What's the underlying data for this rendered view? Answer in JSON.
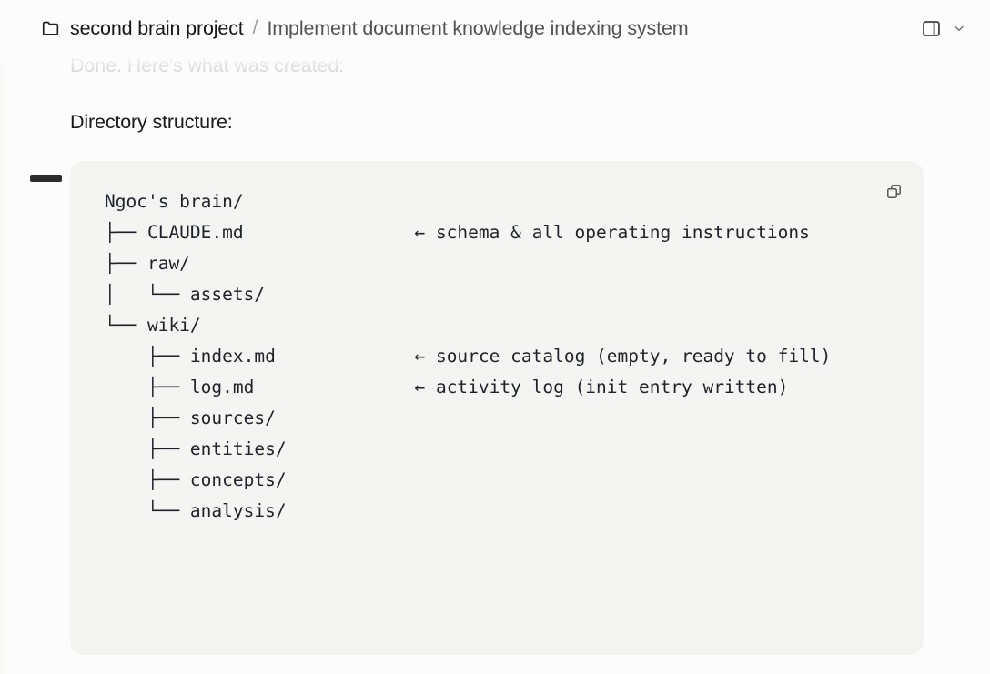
{
  "header": {
    "folder_icon": "folder-icon",
    "project_name": "second brain project",
    "separator": "/",
    "task_title": "Implement document knowledge indexing system",
    "panel_toggle_icon": "sidebar-panel-icon",
    "chevron_icon": "chevron-down-icon"
  },
  "content": {
    "faded_message": "Done. Here's what was created:",
    "section_title": "Directory structure:",
    "collapse_marker": "collapse-dash"
  },
  "code_block": {
    "copy_icon": "copy-icon",
    "text": "Ngoc's brain/\n├── CLAUDE.md                ← schema & all operating instructions\n├── raw/\n│   └── assets/\n└── wiki/\n    ├── index.md             ← source catalog (empty, ready to fill)\n    ├── log.md               ← activity log (init entry written)\n    ├── sources/\n    ├── entities/\n    ├── concepts/\n    └── analysis/",
    "lines": [
      {
        "tree": "Ngoc's brain/",
        "comment": ""
      },
      {
        "tree": "├── CLAUDE.md",
        "comment": "← schema & all operating instructions"
      },
      {
        "tree": "├── raw/",
        "comment": ""
      },
      {
        "tree": "│   └── assets/",
        "comment": ""
      },
      {
        "tree": "└── wiki/",
        "comment": ""
      },
      {
        "tree": "    ├── index.md",
        "comment": "← source catalog (empty, ready to fill)"
      },
      {
        "tree": "    ├── log.md",
        "comment": "← activity log (init entry written)"
      },
      {
        "tree": "    ├── sources/",
        "comment": ""
      },
      {
        "tree": "    ├── entities/",
        "comment": ""
      },
      {
        "tree": "    ├── concepts/",
        "comment": ""
      },
      {
        "tree": "    └── analysis/",
        "comment": ""
      }
    ]
  },
  "colors": {
    "page_background": "#fcfcfc",
    "code_background": "#f4f4f3",
    "text_primary": "#18181b",
    "text_secondary": "#53534f",
    "text_faded": "#b9b9b5",
    "code_text": "#1f2228"
  }
}
